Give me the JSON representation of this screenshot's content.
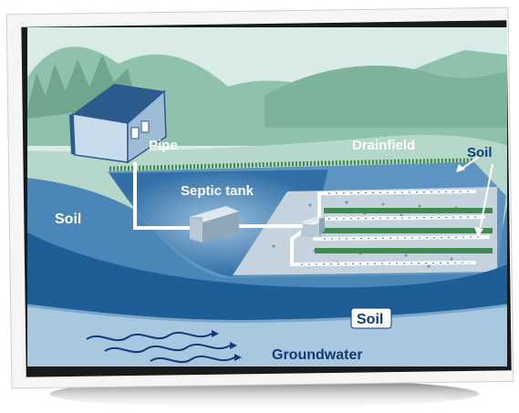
{
  "labels": {
    "pipe": "Pipe",
    "septic_tank": "Septic tank",
    "drainfield": "Drainfield",
    "soil_left": "Soil",
    "soil_right": "Soil",
    "soil_boxed": "Soil",
    "groundwater": "Groundwater"
  },
  "colors": {
    "sky": "#d9ebe6",
    "hills": "#7fb59e",
    "surface": "#a8cfc2",
    "soil_layer": "#4a86b8",
    "soil_deep": "#1d5e97",
    "groundwater": "#a7c8df",
    "navy": "#123a78",
    "grass": "#3f8a4e"
  },
  "icons": [
    "house-icon",
    "arrow-down-icon",
    "arrow-left-icon",
    "water-flow-icon"
  ]
}
